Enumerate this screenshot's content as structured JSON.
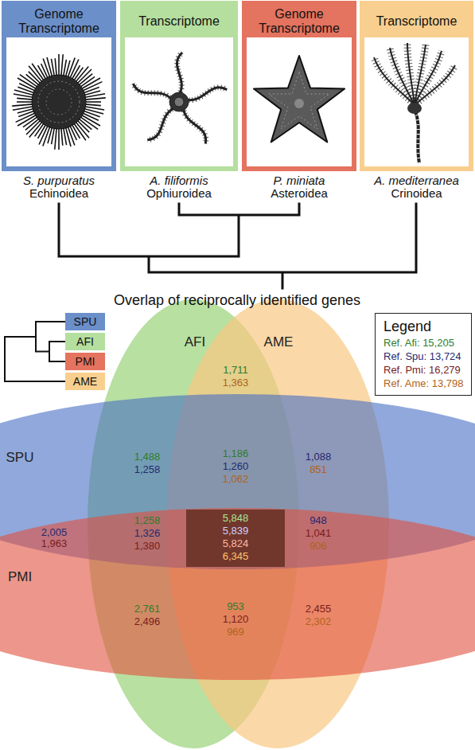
{
  "diagram": {
    "title": "Overlap of reciprocally identified genes",
    "nodes": [
      {
        "text": [
          "Genome Transcriptome",
          "S. purpuratus",
          "Echinoidea"
        ]
      },
      {
        "text": [
          "Transcriptome",
          "A. filiformis",
          "Ophiuroidea"
        ]
      },
      {
        "text": [
          "Genome Transcriptome",
          "P. miniata",
          "Asteroidea"
        ]
      },
      {
        "text": [
          "Transcriptome",
          "A. mediterranea",
          "Crinoidea"
        ]
      },
      {
        "text": [
          "SPU"
        ]
      },
      {
        "text": [
          "AFI"
        ]
      },
      {
        "text": [
          "PMI"
        ]
      },
      {
        "text": [
          "AME"
        ]
      },
      {
        "text": [
          "Legend"
        ]
      },
      {
        "text": [
          "AFI"
        ]
      },
      {
        "text": [
          "AME"
        ]
      },
      {
        "text": [
          "SPU"
        ]
      },
      {
        "text": [
          "PMI"
        ]
      }
    ],
    "labels": [
      "1,711",
      "1,363",
      "1,488",
      "1,258",
      "1,186",
      "1,260",
      "1,062",
      "1,088",
      "851",
      "2,005",
      "1,963",
      "1,258",
      "1,326",
      "1,380",
      "5,848",
      "5,839",
      "5,824",
      "6,345",
      "948",
      "1,041",
      "906",
      "2,761",
      "2,496",
      "953",
      "1,120",
      "969",
      "2,455",
      "2,302"
    ],
    "legend": [
      {
        "text": "Ref. Afi: 15,205",
        "color": "#2f7d2a"
      },
      {
        "text": "Ref. Spu: 13,724",
        "color": "#1f2a6e"
      },
      {
        "text": "Ref. Pmi: 16,279",
        "color": "#7a1c1c"
      },
      {
        "text": "Ref. Ame: 13,798",
        "color": "#b0631a"
      }
    ]
  }
}
